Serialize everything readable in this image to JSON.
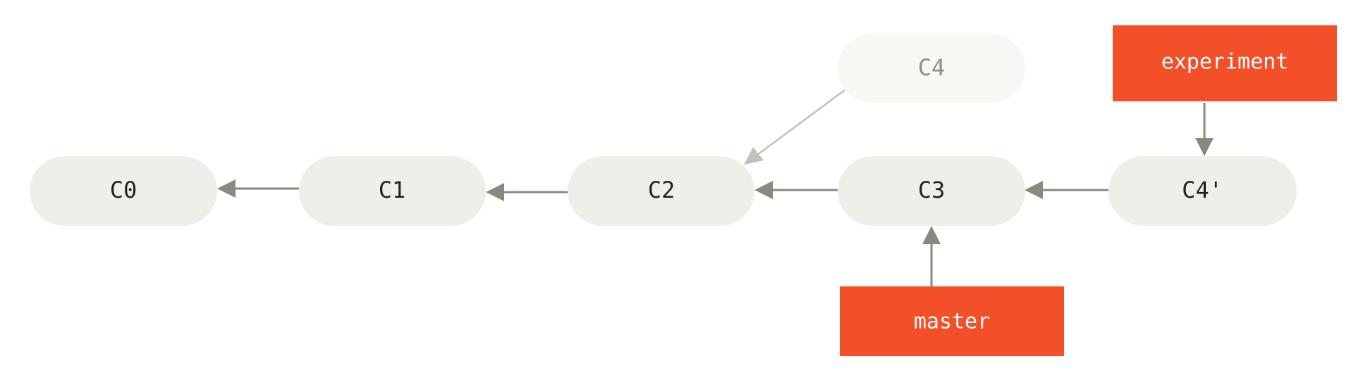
{
  "colors": {
    "commit_fill": "#efeee9",
    "commit_faded_fill": "#f7f7f4",
    "branch_fill": "#f34f29",
    "arrow": "#8c877f",
    "arrow_faded": "#c4c1bc",
    "commit_text": "#222222",
    "commit_faded_text": "#8e8e8a",
    "branch_text": "#ffffff"
  },
  "commits": {
    "c0": "C0",
    "c1": "C1",
    "c2": "C2",
    "c3": "C3",
    "c4_original": "C4",
    "c4_rebased": "C4'"
  },
  "branches": {
    "experiment": "experiment",
    "master": "master"
  }
}
